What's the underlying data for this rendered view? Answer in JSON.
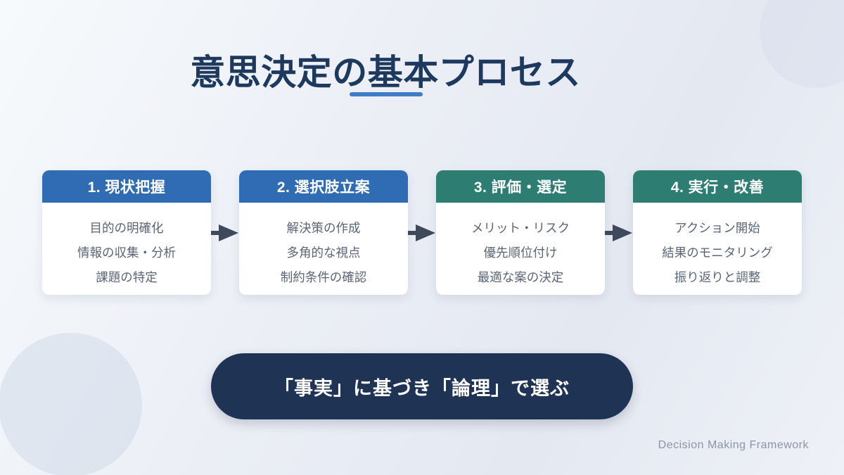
{
  "title": {
    "text": "意思決定の基本プロセス"
  },
  "steps": [
    {
      "label": "1. 現状把握",
      "header_color": "#2f6cb4",
      "items": [
        "目的の明確化",
        "情報の収集・分析",
        "課題の特定"
      ]
    },
    {
      "label": "2. 選択肢立案",
      "header_color": "#2f6cb4",
      "items": [
        "解決策の作成",
        "多角的な視点",
        "制約条件の確認"
      ]
    },
    {
      "label": "3. 評価・選定",
      "header_color": "#2e7d72",
      "items": [
        "メリット・リスク",
        "優先順位付け",
        "最適な案の決定"
      ]
    },
    {
      "label": "4. 実行・改善",
      "header_color": "#2e7d72",
      "items": [
        "アクション開始",
        "結果のモニタリング",
        "振り返りと調整"
      ]
    }
  ],
  "conclusion": {
    "text": "「事実」に基づき「論理」で選ぶ"
  },
  "footer": {
    "text": "Decision Making Framework"
  },
  "colors": {
    "title_navy": "#1d3a5e",
    "underline_blue": "#3d7cc6",
    "step_blue": "#2f6cb4",
    "step_teal": "#2e7d72",
    "pill_navy": "#1f3355",
    "arrow_slate": "#3e4a5c",
    "body_text": "#5a6577",
    "footer_gray": "#8c95a5",
    "background_light": "#eceff6"
  }
}
